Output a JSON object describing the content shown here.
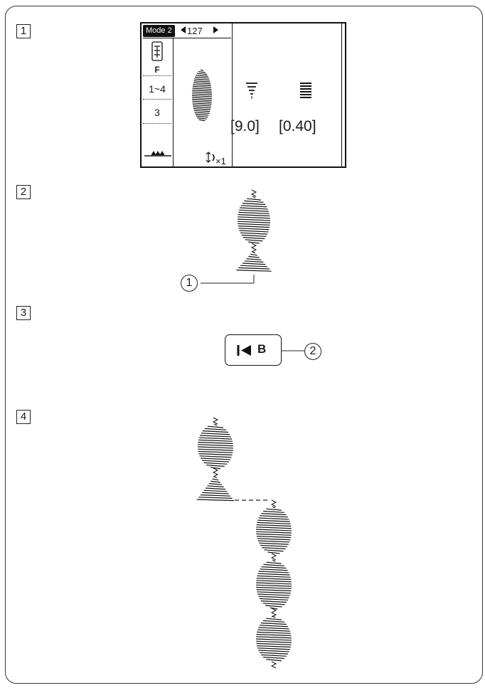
{
  "steps": [
    "1",
    "2",
    "3",
    "4"
  ],
  "lcd": {
    "mode_label": "Mode 2",
    "pattern_number": "127",
    "foot_letter": "F",
    "tension_range": "1~4",
    "tension_value": "3",
    "repeat_count": "×1",
    "width_value": "[9.0]",
    "length_value": "[0.40]"
  },
  "button": {
    "label": "B"
  },
  "callouts": [
    "1",
    "2"
  ],
  "icons": [
    "presser-foot-icon",
    "feed-dog-icon",
    "satin-bead-icon",
    "stitch-width-icon",
    "stitch-length-icon",
    "restart-icon",
    "repeat-icon"
  ]
}
